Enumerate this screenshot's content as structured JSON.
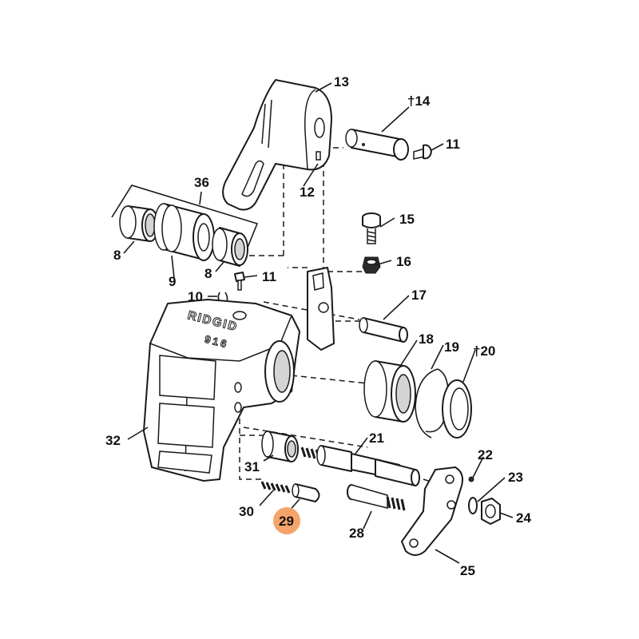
{
  "brand_text": "RIDGID",
  "model_text": "916",
  "highlight_color": "#f4a46a",
  "callouts": {
    "p8a": "8",
    "p8b": "8",
    "p9": "9",
    "p10": "10",
    "p11a": "11",
    "p11b": "11",
    "p12": "12",
    "p13": "13",
    "p14": "†14",
    "p15": "15",
    "p16": "16",
    "p17": "17",
    "p18": "18",
    "p19": "19",
    "p20": "†20",
    "p21": "21",
    "p22": "22",
    "p23": "23",
    "p24": "24",
    "p25": "25",
    "p28": "28",
    "p29": "29",
    "p30": "30",
    "p31": "31",
    "p32": "32",
    "p36": "36"
  }
}
